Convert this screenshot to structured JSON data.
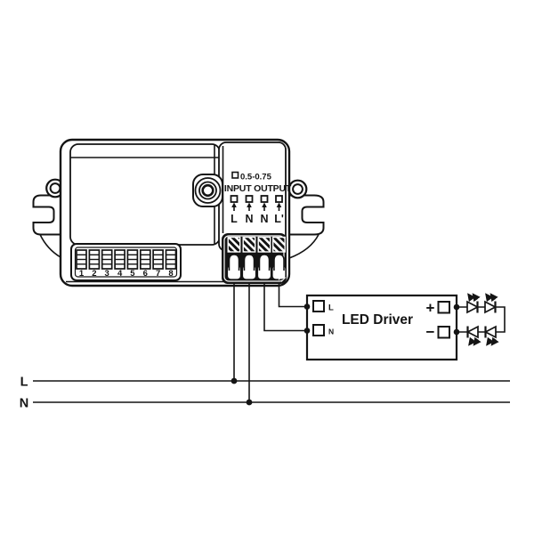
{
  "sensor": {
    "wire_gauge": "0.5-0.75",
    "io_label": "INPUT OUTPUT",
    "terminals": [
      "L",
      "N",
      "N",
      "L'"
    ],
    "dip_switches": [
      "1",
      "2",
      "3",
      "4",
      "5",
      "6",
      "7",
      "8"
    ]
  },
  "driver": {
    "name": "LED Driver",
    "input_l": "L",
    "input_n": "N",
    "plus": "+",
    "minus": "−"
  },
  "mains": {
    "live": "L",
    "neutral": "N"
  },
  "colors": {
    "ink": "#141414",
    "background": "#ffffff"
  }
}
